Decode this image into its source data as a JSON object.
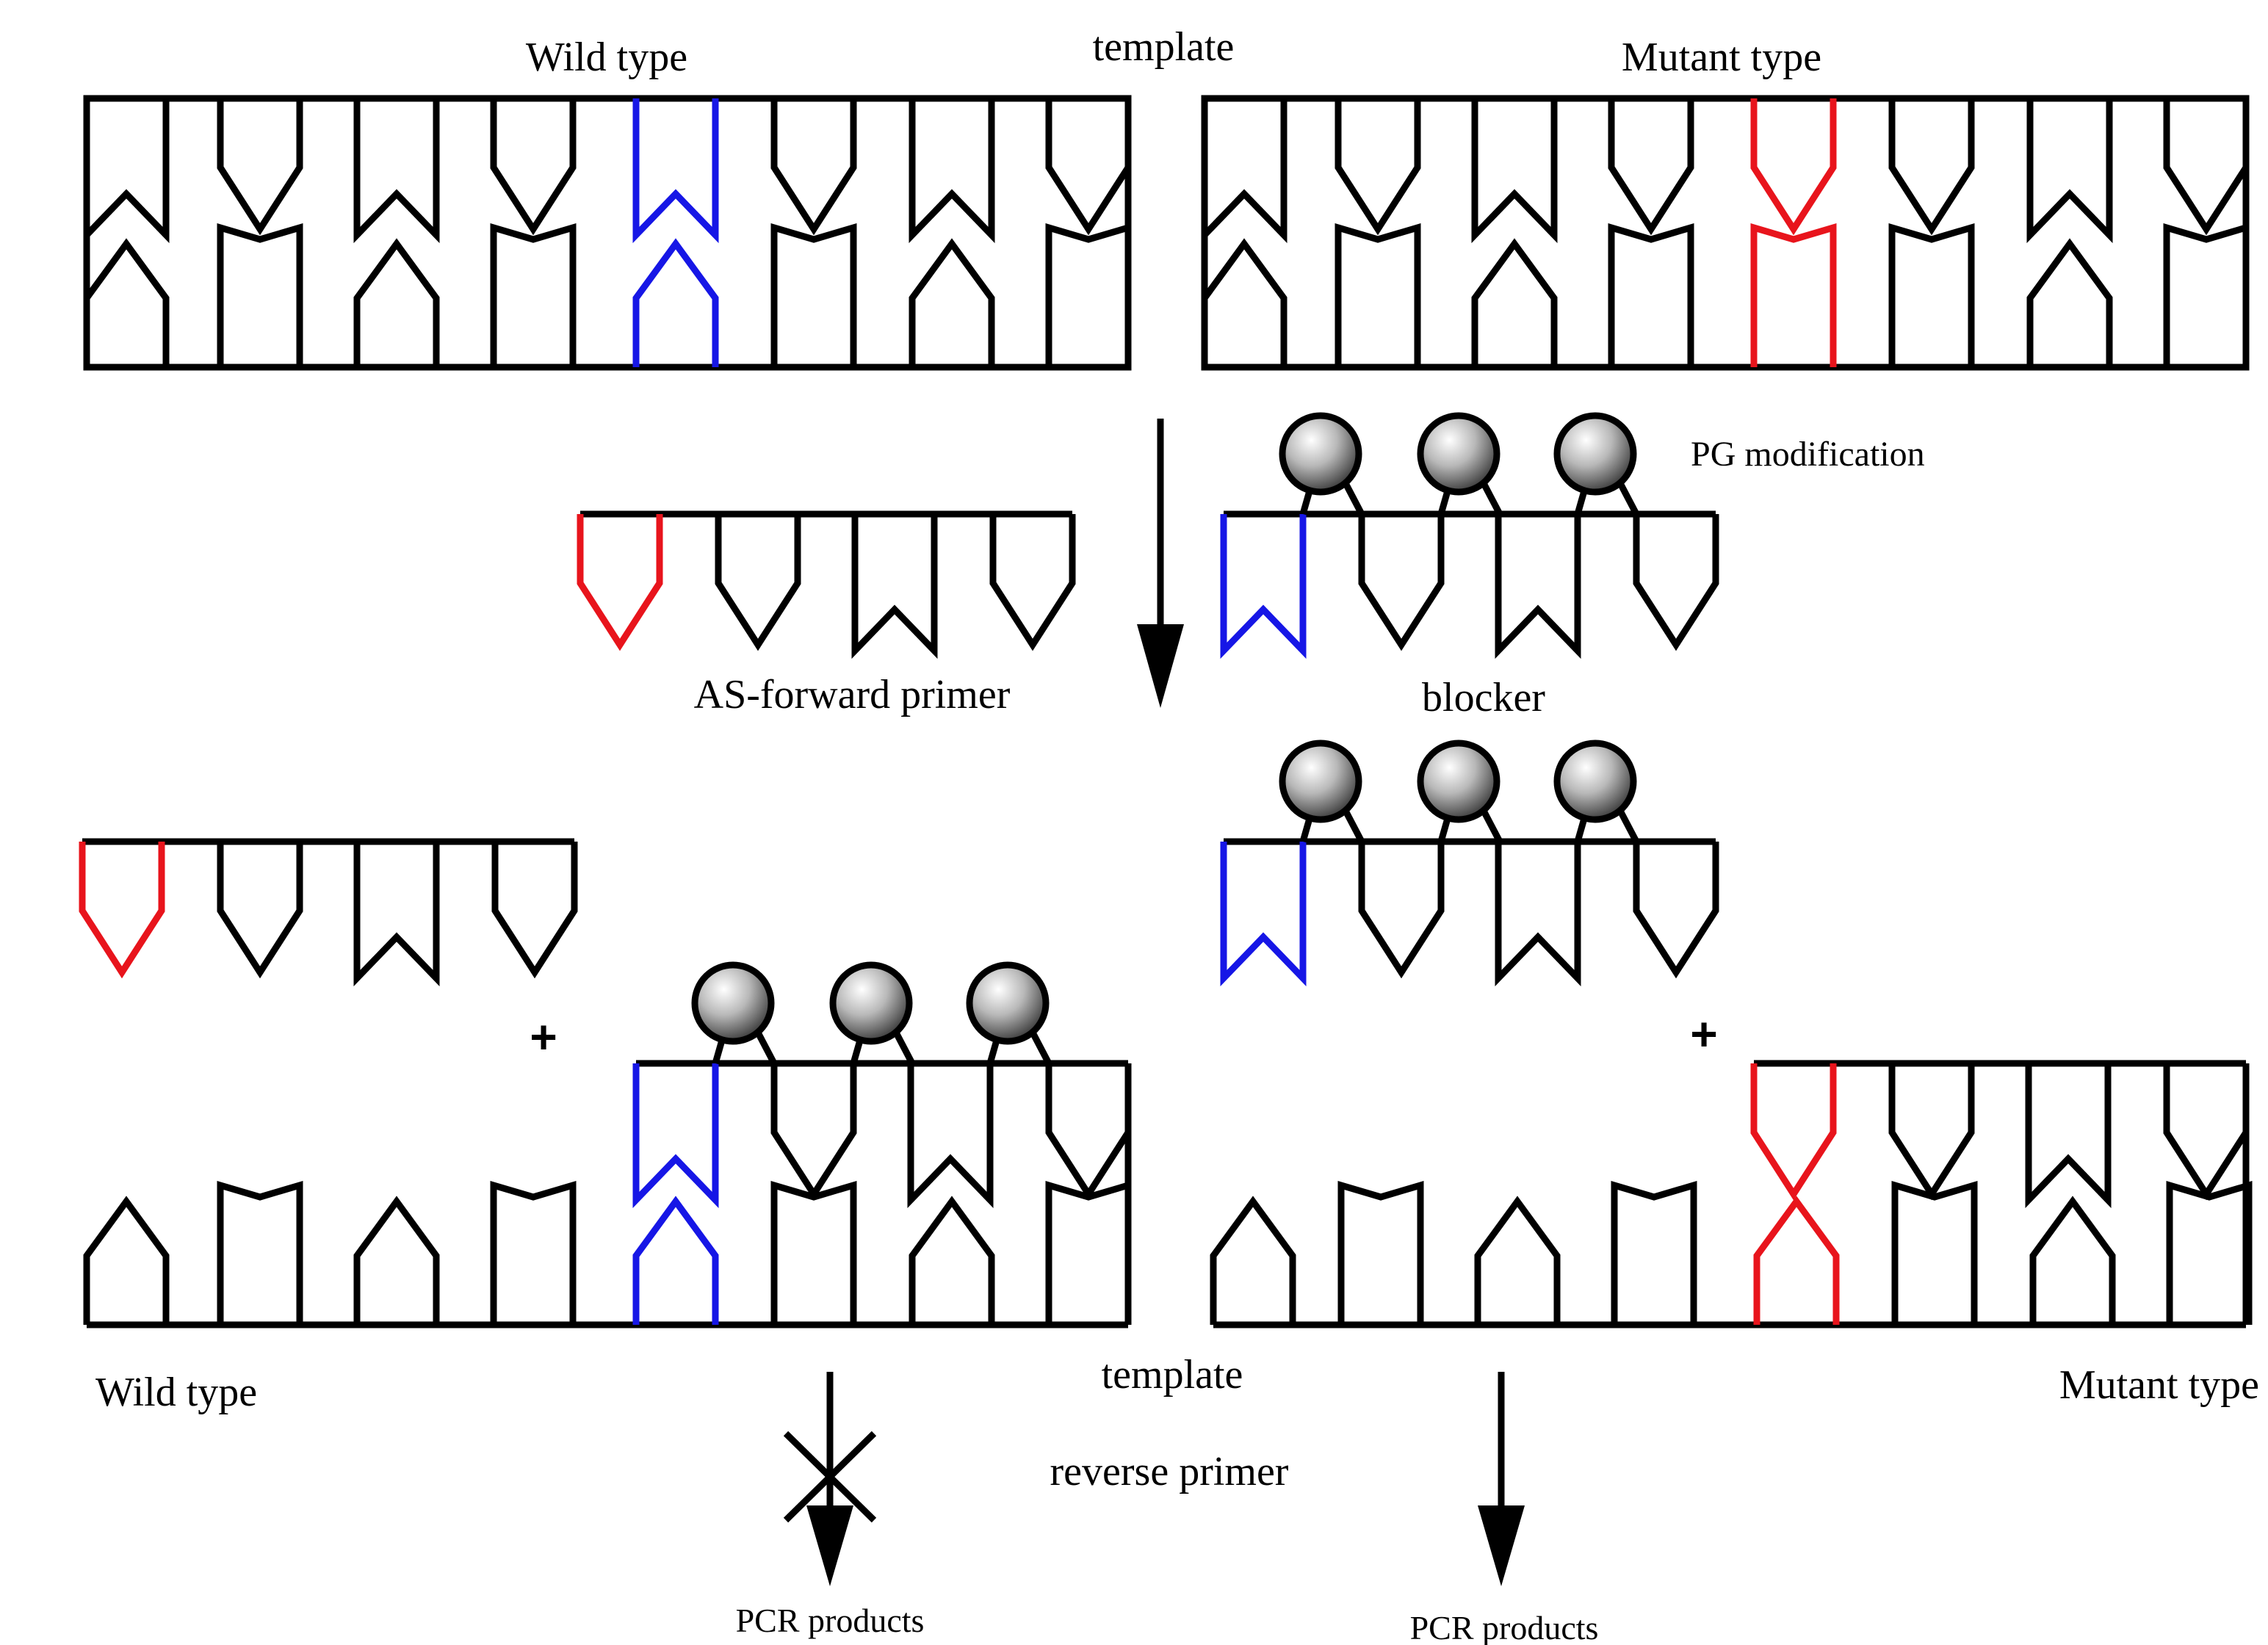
{
  "labels": {
    "template_top": "template",
    "wild_type_top": "Wild type",
    "mutant_type_top": "Mutant type",
    "pg_modification": "PG modification",
    "as_forward_primer": "AS-forward primer",
    "blocker": "blocker",
    "wild_type_bottom": "Wild type",
    "template_bottom": "template",
    "mutant_type_bottom": "Mutant type",
    "reverse_primer": "reverse primer",
    "pcr_products_left": "PCR products",
    "pcr_products_right": "PCR products",
    "plus_left": "+",
    "plus_right": "+"
  },
  "colors": {
    "strand": "#000000",
    "mismatch_base": "#e8141c",
    "wild_base": "#1616e6"
  },
  "icons": {
    "pg_group": "gray-sphere-icon",
    "blocked_arrow": "crossed-arrow-icon",
    "flow_arrow": "down-arrow-icon"
  }
}
